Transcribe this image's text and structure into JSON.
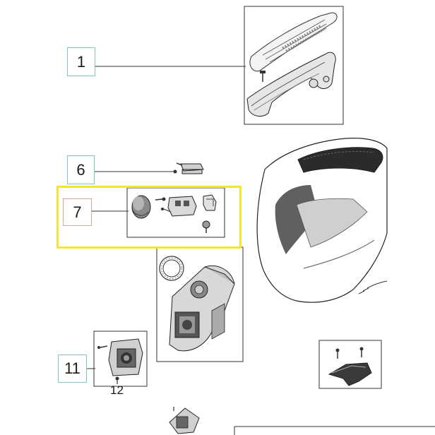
{
  "callouts": {
    "c1": "1",
    "c6": "6",
    "c7": "7",
    "c11": "11",
    "c12": "12"
  },
  "colors": {
    "callout_border": "#7fc4cc",
    "selected_callout_border": "#e8a49a",
    "highlight": "#f2e633",
    "line": "#333333"
  }
}
